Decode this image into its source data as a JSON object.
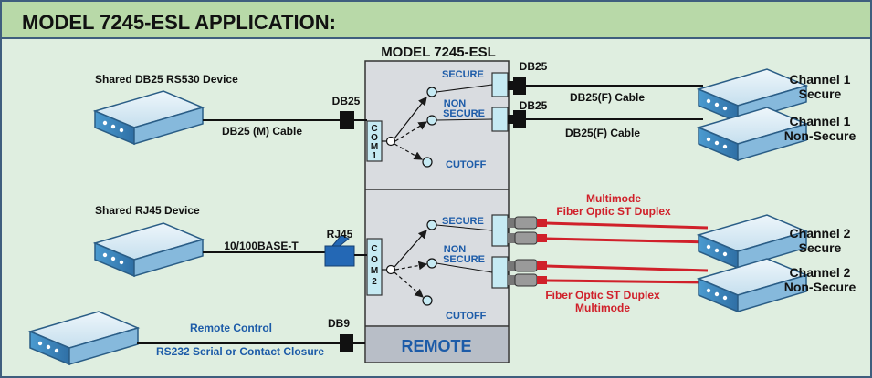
{
  "header": {
    "title": "MODEL 7245-ESL APPLICATION:"
  },
  "unit": {
    "title": "MODEL 7245-ESL",
    "remote_label": "REMOTE",
    "com1": [
      "C",
      "O",
      "M",
      "1"
    ],
    "com2": [
      "C",
      "O",
      "M",
      "2"
    ]
  },
  "com1_group": {
    "secure": "SECURE",
    "non_secure": [
      "NON",
      "SECURE"
    ],
    "cutoff": "CUTOFF"
  },
  "com2_group": {
    "secure": "SECURE",
    "non_secure": [
      "NON",
      "SECURE"
    ],
    "cutoff": "CUTOFF"
  },
  "devices": {
    "shared_db25": "Shared DB25 RS530 Device",
    "shared_rj45": "Shared RJ45 Device"
  },
  "connectors": {
    "db25_left": "DB25",
    "db25_top": "DB25",
    "db25_mid": "DB25",
    "rj45": "RJ45",
    "db9": "DB9"
  },
  "cables": {
    "db25_m": "DB25 (M) Cable",
    "db25f_1": "DB25(F) Cable",
    "db25f_2": "DB25(F) Cable",
    "ethernet": "10/100BASE-T",
    "remote_1": "Remote Control",
    "remote_2": "RS232 Serial or Contact Closure",
    "fiber_top": [
      "Multimode",
      "Fiber Optic ST Duplex"
    ],
    "fiber_bottom": [
      "Fiber Optic ST Duplex",
      "Multimode"
    ]
  },
  "channels": {
    "ch1_secure": [
      "Channel 1",
      "Secure"
    ],
    "ch1_nonsecure": [
      "Channel 1",
      "Non-Secure"
    ],
    "ch2_secure": [
      "Channel 2",
      "Secure"
    ],
    "ch2_nonsecure": [
      "Channel 2",
      "Non-Secure"
    ]
  },
  "colors": {
    "header_bg": "#b8d9a8",
    "panel_bg": "#dfeee0",
    "border": "#3f5e7e",
    "unit_bg": "#d9dce0",
    "port_fill": "#c6eaf3",
    "label_blue": "#1c5ba8",
    "fiber_red": "#d0202a"
  }
}
